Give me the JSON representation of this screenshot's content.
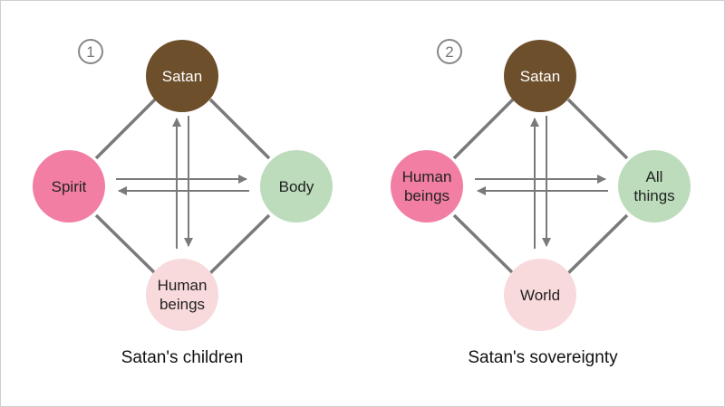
{
  "colors": {
    "satan": "#6e4f2c",
    "pink": "#f27fa3",
    "light_pink": "#f8d9dc",
    "green": "#bcdcbc",
    "line": "#7a7a7a"
  },
  "diagrams": [
    {
      "number": "1",
      "caption": "Satan's children",
      "top": [
        "Satan"
      ],
      "left": [
        "Spirit"
      ],
      "right": [
        "Body"
      ],
      "bottom": [
        "Human",
        "beings"
      ]
    },
    {
      "number": "2",
      "caption": "Satan's sovereignty",
      "top": [
        "Satan"
      ],
      "left": [
        "Human",
        "beings"
      ],
      "right": [
        "All",
        "things"
      ],
      "bottom": [
        "World"
      ]
    }
  ]
}
